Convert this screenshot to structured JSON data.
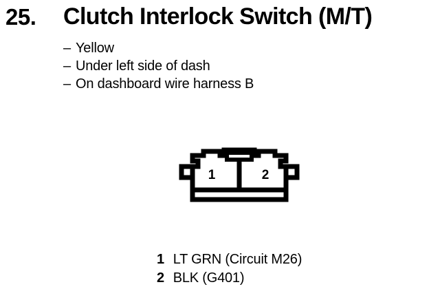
{
  "header": {
    "item_number": "25.",
    "title": "Clutch Interlock Switch (M/T)"
  },
  "descriptors": {
    "dash": "–",
    "items": [
      {
        "text": "Yellow"
      },
      {
        "text": "Under left side of dash"
      },
      {
        "text": "On dashboard wire harness B"
      }
    ]
  },
  "connector": {
    "cavity_count": 2,
    "cavities": [
      {
        "number": "1"
      },
      {
        "number": "2"
      }
    ],
    "line_color": "#000000",
    "fill_color": "#ffffff"
  },
  "pin_legend": {
    "rows": [
      {
        "pin": "1",
        "description": "LT GRN (Circuit M26)"
      },
      {
        "pin": "2",
        "description": "BLK (G401)"
      }
    ]
  }
}
